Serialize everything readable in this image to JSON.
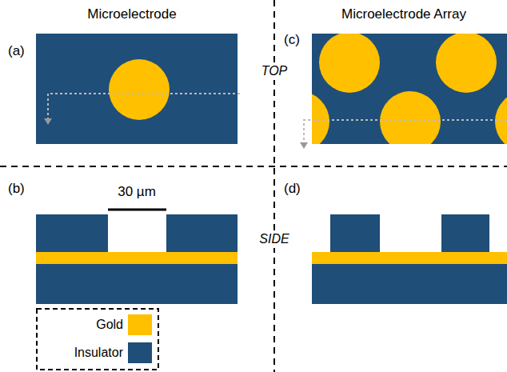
{
  "diagram": {
    "labels": [
      "Microelectrode",
      "Microelectrode Array",
      "(a)",
      "TOP",
      "(c)",
      "(b)",
      "30 µm",
      "SIDE",
      "(d)"
    ],
    "legend": [
      {
        "text": "Gold",
        "color": "#FFC000"
      },
      {
        "text": "Insulator",
        "color": "#1F4E79"
      }
    ]
  }
}
